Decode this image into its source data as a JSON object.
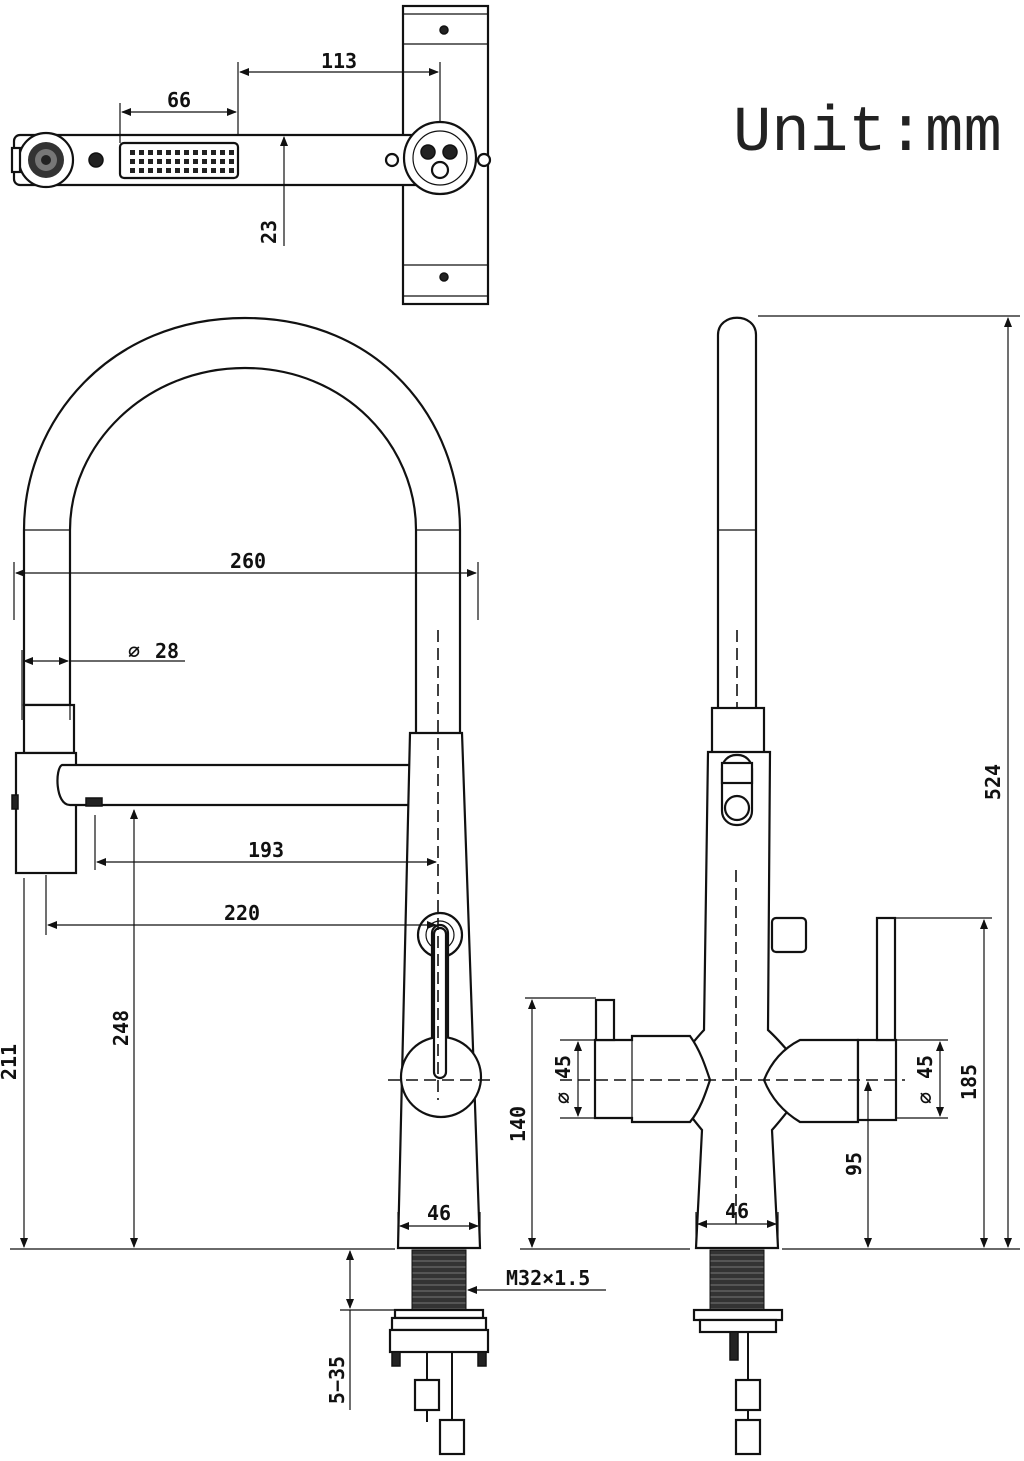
{
  "unit_label": "Unit:mm",
  "dimensions": {
    "d113": "113",
    "d66": "66",
    "d23": "23",
    "d260": "260",
    "d28": "28",
    "d193": "193",
    "d220": "220",
    "d248": "248",
    "d211": "211",
    "d46_front": "46",
    "d46_side": "46",
    "thread": "M32×1.5",
    "d5_35": "5−35",
    "d524": "524",
    "d45_left": "45",
    "d45_right": "45",
    "d140": "140",
    "d95": "95",
    "d185": "185"
  },
  "symbols": {
    "diameter": "∅"
  }
}
